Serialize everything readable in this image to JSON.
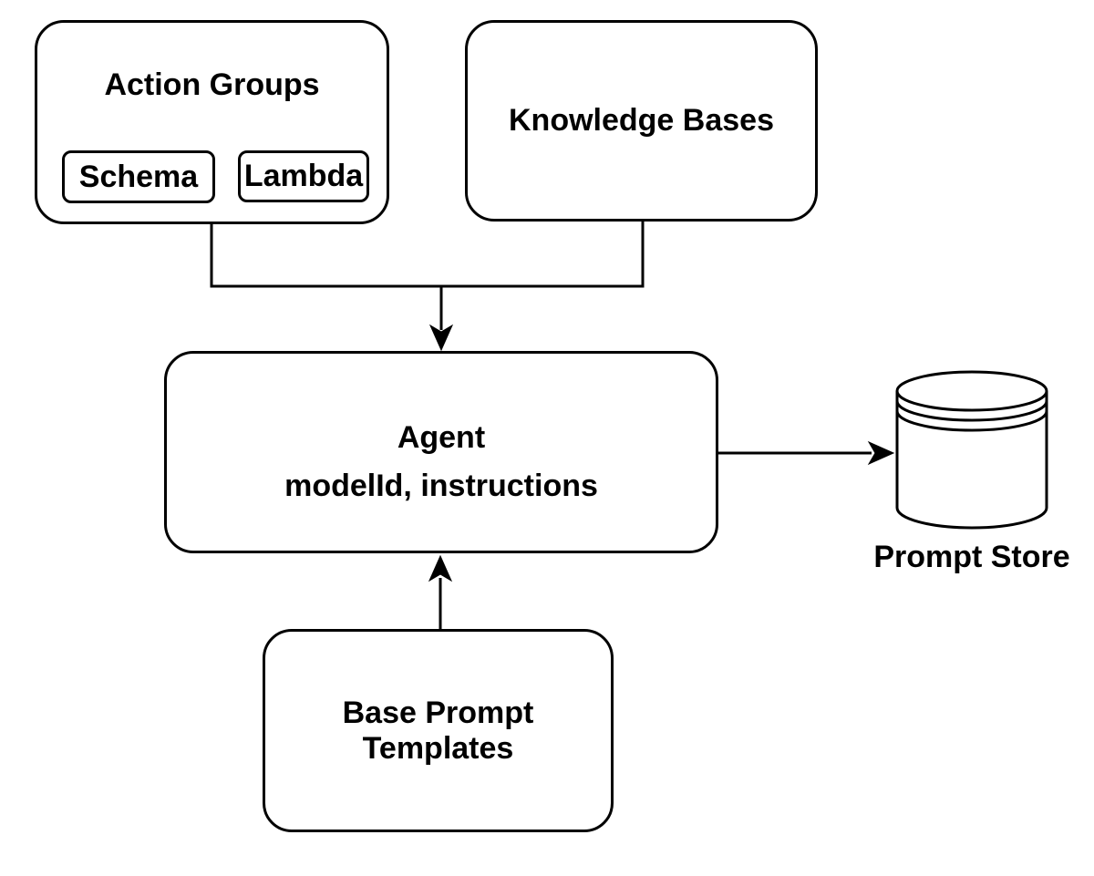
{
  "diagram": {
    "type": "flowchart",
    "background_color": "#ffffff",
    "stroke_color": "#000000",
    "node_fill_color": "#ffffff",
    "text_color": "#000000",
    "nodes": {
      "action_groups": {
        "label": "Action Groups",
        "shape": "rounded-rectangle",
        "children": [
          {
            "label": "Schema",
            "shape": "rounded-rectangle"
          },
          {
            "label": "Lambda",
            "shape": "rounded-rectangle"
          }
        ]
      },
      "knowledge_bases": {
        "label": "Knowledge Bases",
        "shape": "rounded-rectangle"
      },
      "agent": {
        "title": "Agent",
        "subtitle": "modelId, instructions",
        "shape": "rounded-rectangle"
      },
      "base_prompt_templates": {
        "label": "Base Prompt Templates",
        "shape": "rounded-rectangle"
      },
      "prompt_store": {
        "label": "Prompt Store",
        "shape": "database-cylinder"
      }
    },
    "edges": [
      {
        "from": "Action Groups",
        "to": "Agent",
        "style": "orthogonal",
        "arrowhead": "filled"
      },
      {
        "from": "Knowledge Bases",
        "to": "Agent",
        "style": "orthogonal",
        "arrowhead": "filled"
      },
      {
        "from": "Base Prompt Templates",
        "to": "Agent",
        "style": "straight-up",
        "arrowhead": "filled"
      },
      {
        "from": "Agent",
        "to": "Prompt Store",
        "style": "straight-right",
        "arrowhead": "filled"
      }
    ]
  }
}
